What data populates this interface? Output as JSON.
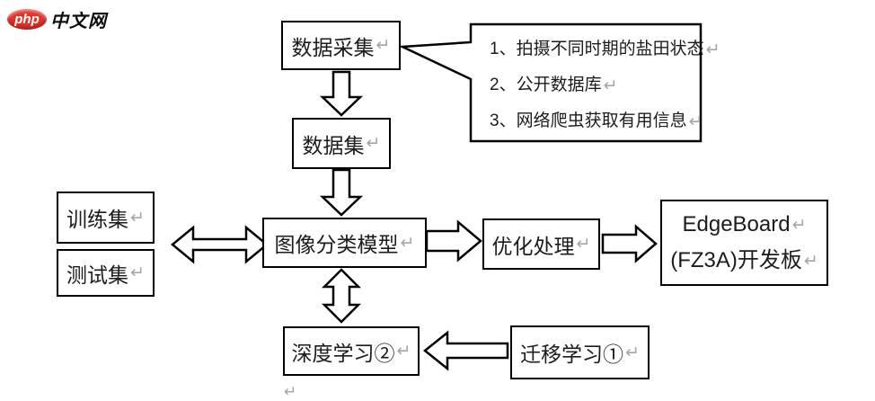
{
  "return_mark": "↵",
  "logo": {
    "badge": "php",
    "text": "中文网",
    "badge_color": "#e2342b"
  },
  "nodes": {
    "caiji": {
      "label": "数据采集"
    },
    "dataset": {
      "label": "数据集"
    },
    "xunlian": {
      "label": "训练集"
    },
    "ceshi": {
      "label": "测试集"
    },
    "model": {
      "label": "图像分类模型"
    },
    "youhua": {
      "label": "优化处理"
    },
    "edgeboard": {
      "line1": "EdgeBoard",
      "line2": "(FZ3A)开发板"
    },
    "shendu": {
      "label": "深度学习②"
    },
    "qianyi": {
      "label": "迁移学习①"
    }
  },
  "callout": {
    "items": [
      "1、拍摄不同时期的盐田状态",
      "2、公开数据库",
      "3、网络爬虫获取有用信息"
    ]
  },
  "diagram_colors": {
    "line": "#000000",
    "shape_fill": "#ffffff",
    "return_mark_gray": "#a6a6a6"
  }
}
